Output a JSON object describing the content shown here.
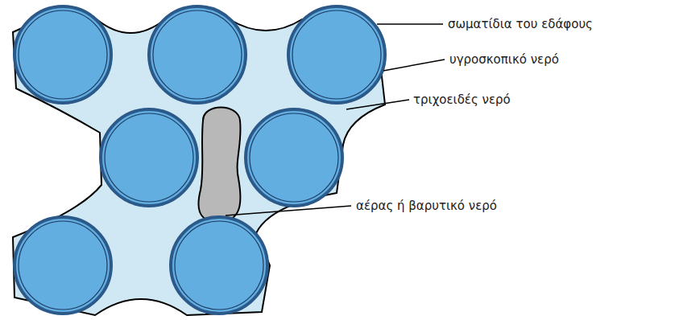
{
  "diagram": {
    "labels": [
      "σωματίδια του εδάφους",
      "υγροσκοπικό νερό",
      "τριχοειδές νερό",
      "αέρας ή βαρυτικό νερό"
    ]
  }
}
